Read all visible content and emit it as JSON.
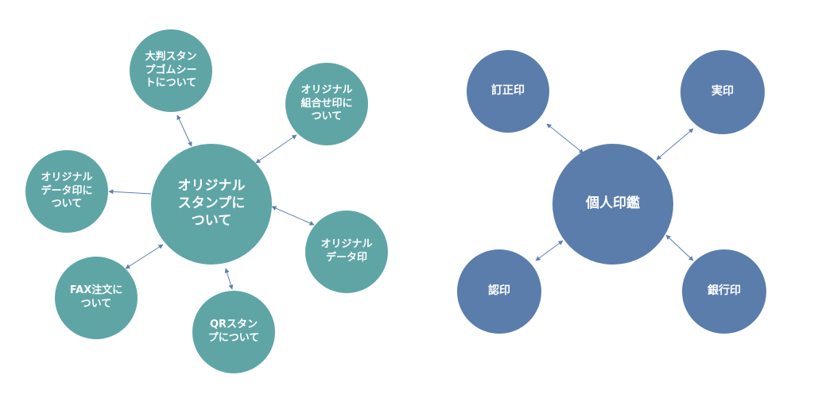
{
  "colors": {
    "left_node": "#5fa5a6",
    "right_node": "#5b7dab",
    "connector": "#5f7fae"
  },
  "left_diagram": {
    "center": "オリジナル\nスタンプに\nついて",
    "satellites": {
      "large_rubber": "大判スタン\nプゴムシー\nトについて",
      "combo_seal": "オリジナル\n組合せ印に\nついて",
      "data_seal_about": "オリジナル\nデータ印に\nついて",
      "data_seal": "オリジナル\nデータ印",
      "fax": "FAX注文に\nついて",
      "qr": "QRスタン\nプについて"
    }
  },
  "right_diagram": {
    "center": "個人印鑑",
    "satellites": {
      "correction": "訂正印",
      "registered": "実印",
      "approval": "認印",
      "bank": "銀行印"
    }
  }
}
